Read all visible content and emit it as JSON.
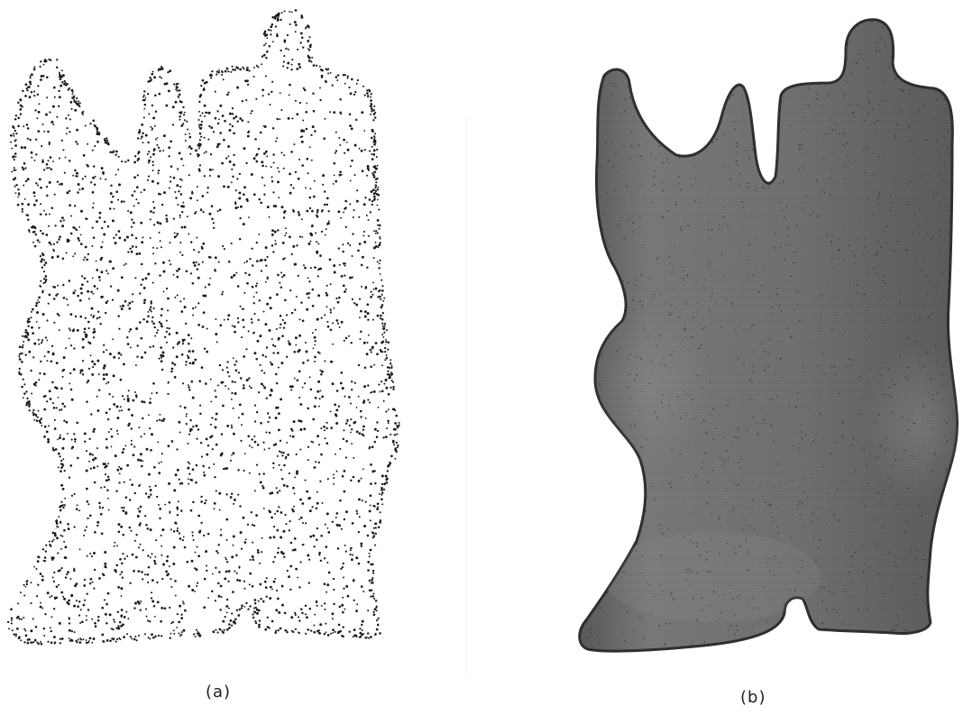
{
  "figure": {
    "panels": [
      {
        "id": "a",
        "label": "(a)",
        "rendering": "point-cloud",
        "colors": {
          "point": "#1a1a1a",
          "background": "#ffffff"
        }
      },
      {
        "id": "b",
        "label": "(b)",
        "rendering": "shaded-surface",
        "colors": {
          "surface": "#6f6f6f",
          "edge": "#2f2f2f",
          "speckle": "#222222"
        }
      }
    ]
  }
}
